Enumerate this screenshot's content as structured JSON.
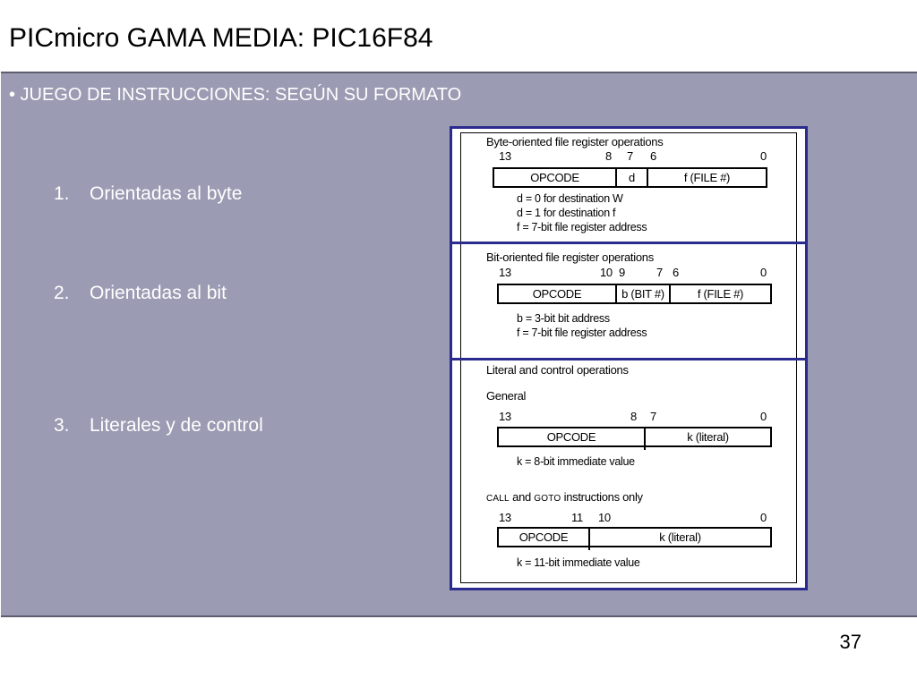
{
  "slide": {
    "title": "PICmicro GAMA MEDIA: PIC16F84",
    "bullet": "• JUEGO DE INSTRUCCIONES: SEGÚN SU FORMATO",
    "items": [
      {
        "num": "1.",
        "label": "Orientadas al byte"
      },
      {
        "num": "2.",
        "label": "Orientadas al bit"
      },
      {
        "num": "3.",
        "label": "Literales y de control"
      }
    ],
    "page_number": "37"
  },
  "figure": {
    "byte": {
      "heading": "Byte-oriented file register operations",
      "bits": [
        "13",
        "8",
        "7",
        "6",
        "0"
      ],
      "fields": [
        "OPCODE",
        "d",
        "f (FILE #)"
      ],
      "notes": [
        "d = 0 for destination W",
        "d = 1 for destination f",
        "f = 7-bit file register address"
      ]
    },
    "bit": {
      "heading": "Bit-oriented file register operations",
      "bits": [
        "13",
        "10",
        "9",
        "7",
        "6",
        "0"
      ],
      "fields": [
        "OPCODE",
        "b (BIT #)",
        "f (FILE #)"
      ],
      "notes": [
        "b = 3-bit bit address",
        "f = 7-bit file register address"
      ]
    },
    "literal": {
      "heading": "Literal and control operations",
      "general_label": "General",
      "general_bits": [
        "13",
        "8",
        "7",
        "0"
      ],
      "general_fields": [
        "OPCODE",
        "k (literal)"
      ],
      "general_note": "k = 8-bit immediate value",
      "call_prefix": "CALL",
      "call_and": "and",
      "goto_word": "GOTO",
      "call_suffix": "instructions only",
      "call_bits": [
        "13",
        "11",
        "10",
        "0"
      ],
      "call_fields": [
        "OPCODE",
        "k (literal)"
      ],
      "call_note": "k = 11-bit immediate value"
    }
  },
  "colors": {
    "panel": "#9b9bb3",
    "frame": "#2b2b8f",
    "text_on_panel": "#ffffff"
  }
}
